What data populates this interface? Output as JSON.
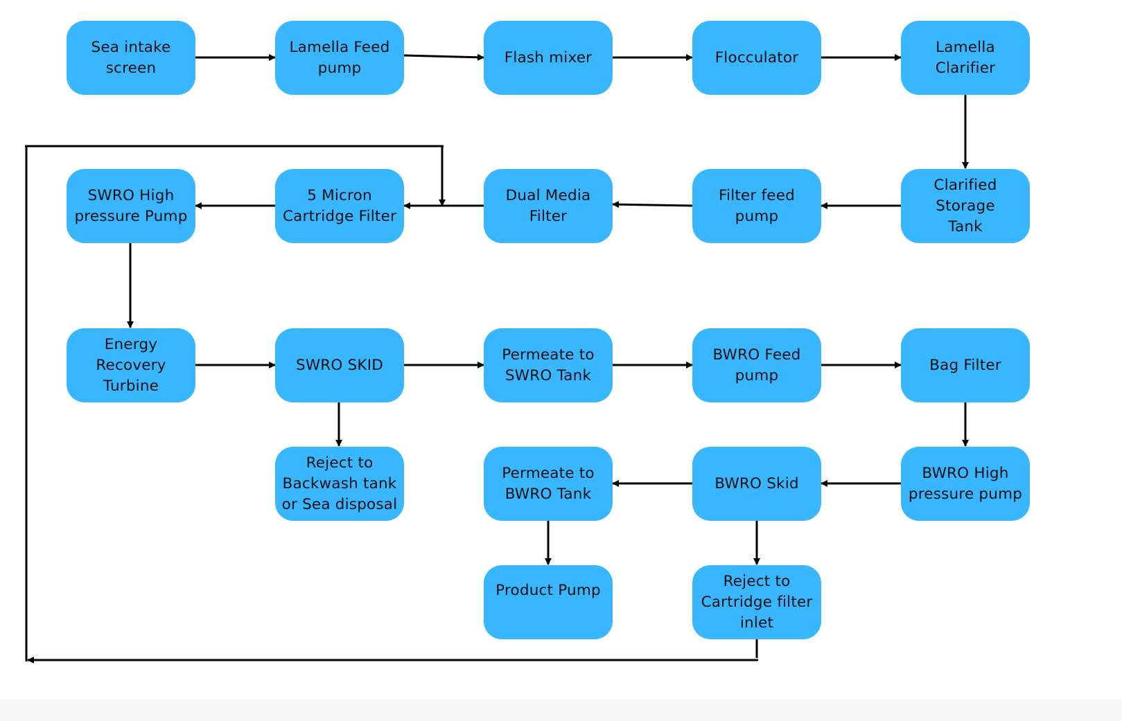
{
  "diagram": {
    "colors": {
      "node_fill": "#38b6ff",
      "node_text": "#111111",
      "connector": "#000000",
      "background": "#ffffff"
    },
    "nodes": [
      {
        "id": "sea-intake-screen",
        "label": "Sea  intake\nscreen"
      },
      {
        "id": "lamella-feed-pump",
        "label": "Lamella Feed\npump"
      },
      {
        "id": "flash-mixer",
        "label": "Flash mixer"
      },
      {
        "id": "flocculator",
        "label": "Flocculator"
      },
      {
        "id": "lamella-clarifier",
        "label": "Lamella Clarifier"
      },
      {
        "id": "swro-high-pressure-pump",
        "label": "SWRO High\npressure Pump"
      },
      {
        "id": "cartridge-filter",
        "label": "5 Micron\nCartridge Filter"
      },
      {
        "id": "dual-media-filter",
        "label": "Dual Media\nFilter"
      },
      {
        "id": "filter-feed-pump",
        "label": "Filter feed pump"
      },
      {
        "id": "clarified-storage-tank",
        "label": "Clarified Storage\nTank"
      },
      {
        "id": "energy-recovery-turbine",
        "label": "Energy Recovery\nTurbine"
      },
      {
        "id": "swro-skid",
        "label": "SWRO SKID"
      },
      {
        "id": "permeate-to-swro-tank",
        "label": "Permeate to\nSWRO Tank"
      },
      {
        "id": "bwro-feed-pump",
        "label": "BWRO Feed\npump"
      },
      {
        "id": "bag-filter",
        "label": "Bag Filter"
      },
      {
        "id": "reject-to-backwash",
        "label": "Reject to\nBackwash tank\nor Sea disposal"
      },
      {
        "id": "permeate-to-bwro-tank",
        "label": "Permeate to\nBWRO Tank"
      },
      {
        "id": "bwro-skid",
        "label": "BWRO Skid"
      },
      {
        "id": "bwro-high-pressure-pump",
        "label": "BWRO High\npressure pump"
      },
      {
        "id": "product-pump",
        "label": "Product Pump"
      },
      {
        "id": "reject-to-cartridge-inlet",
        "label": "Reject to\nCartridge filter\ninlet"
      }
    ],
    "edges": [
      {
        "from": "sea-intake-screen",
        "to": "lamella-feed-pump"
      },
      {
        "from": "lamella-feed-pump",
        "to": "flash-mixer"
      },
      {
        "from": "flash-mixer",
        "to": "flocculator"
      },
      {
        "from": "flocculator",
        "to": "lamella-clarifier"
      },
      {
        "from": "lamella-clarifier",
        "to": "clarified-storage-tank"
      },
      {
        "from": "clarified-storage-tank",
        "to": "filter-feed-pump"
      },
      {
        "from": "filter-feed-pump",
        "to": "dual-media-filter"
      },
      {
        "from": "dual-media-filter",
        "to": "cartridge-filter"
      },
      {
        "from": "cartridge-filter",
        "to": "swro-high-pressure-pump"
      },
      {
        "from": "swro-high-pressure-pump",
        "to": "energy-recovery-turbine"
      },
      {
        "from": "energy-recovery-turbine",
        "to": "swro-skid"
      },
      {
        "from": "swro-skid",
        "to": "permeate-to-swro-tank"
      },
      {
        "from": "swro-skid",
        "to": "reject-to-backwash"
      },
      {
        "from": "permeate-to-swro-tank",
        "to": "bwro-feed-pump"
      },
      {
        "from": "bwro-feed-pump",
        "to": "bag-filter"
      },
      {
        "from": "bag-filter",
        "to": "bwro-high-pressure-pump"
      },
      {
        "from": "bwro-high-pressure-pump",
        "to": "bwro-skid"
      },
      {
        "from": "bwro-skid",
        "to": "permeate-to-bwro-tank"
      },
      {
        "from": "bwro-skid",
        "to": "reject-to-cartridge-inlet"
      },
      {
        "from": "permeate-to-bwro-tank",
        "to": "product-pump"
      },
      {
        "from": "reject-to-cartridge-inlet",
        "to": "cartridge-filter"
      }
    ]
  }
}
